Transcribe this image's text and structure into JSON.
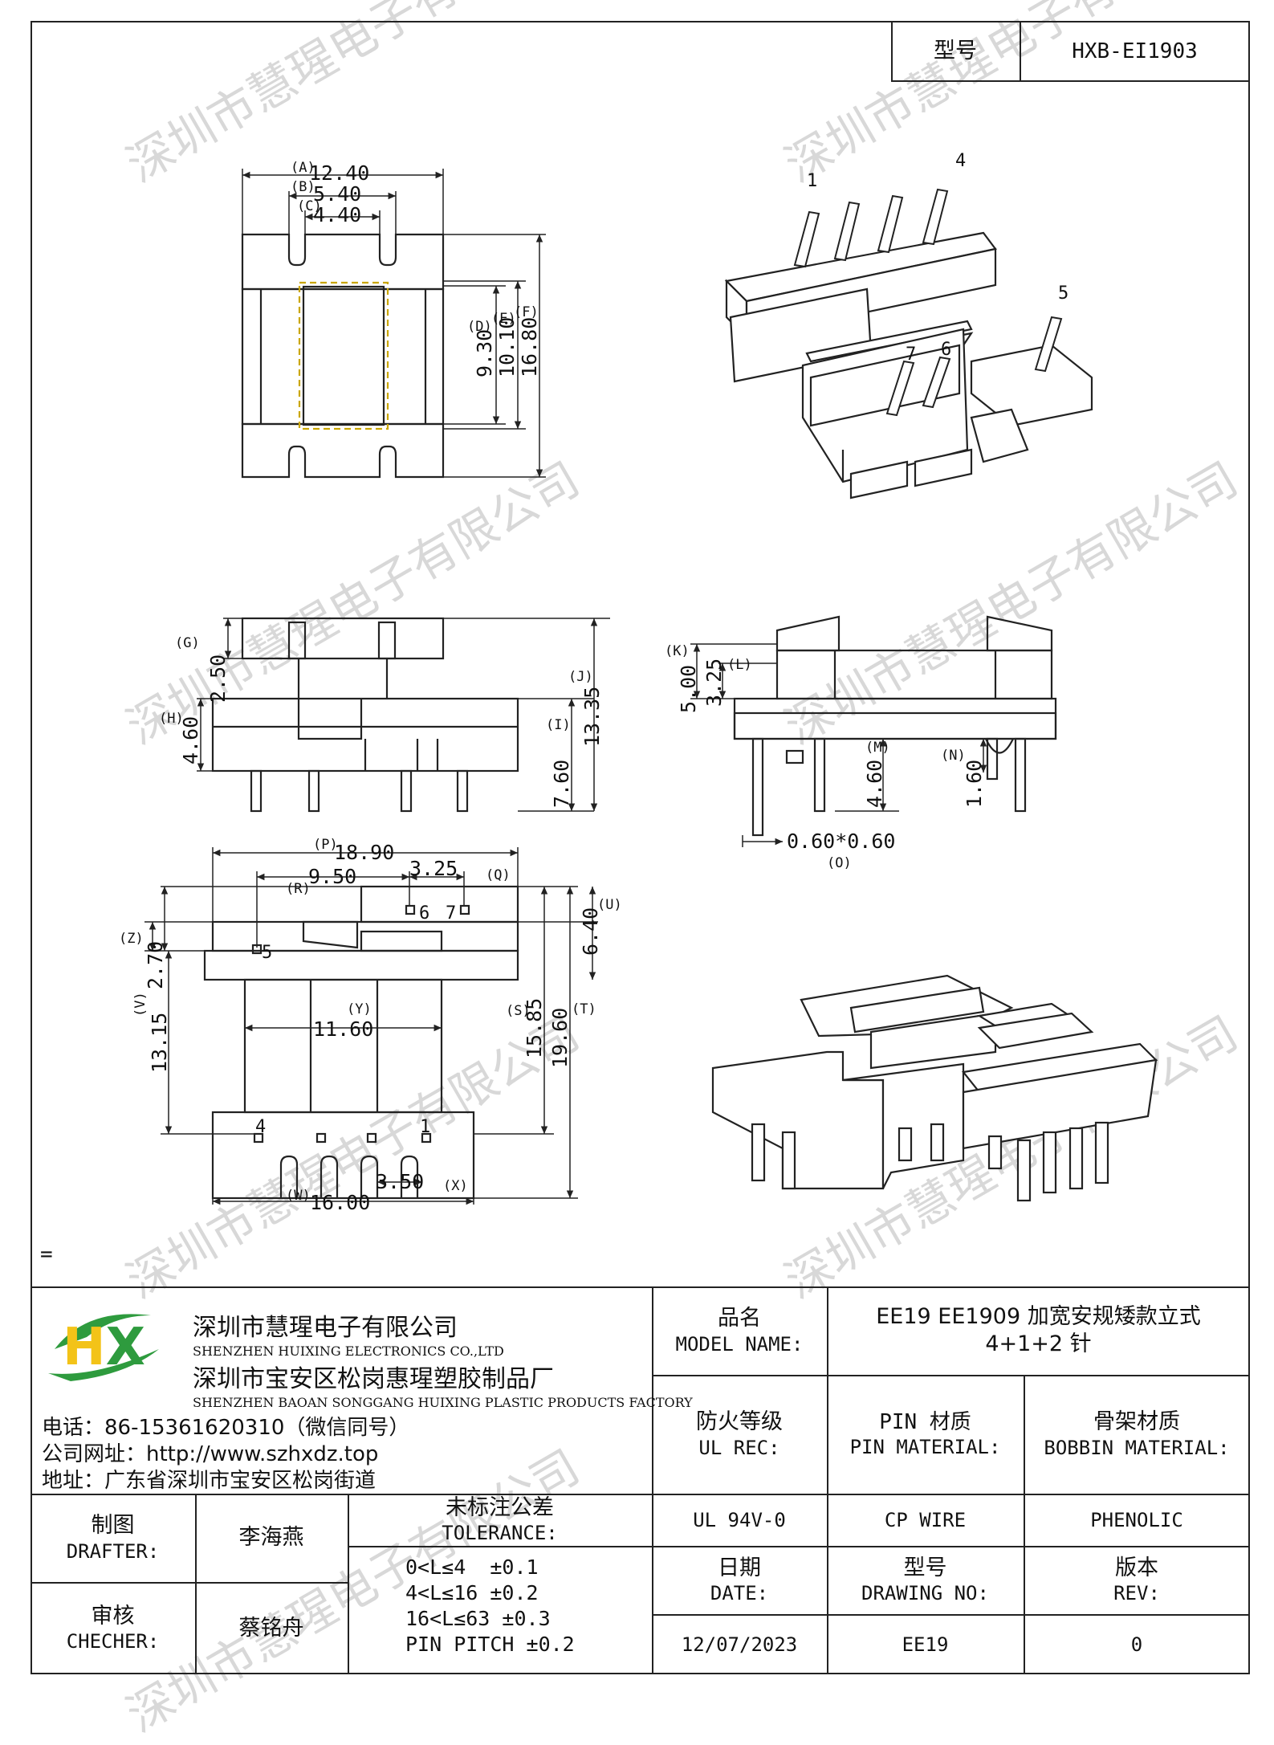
{
  "header": {
    "model_label": "型号",
    "model_value": "HXB-EI1903"
  },
  "watermark": "深圳市慧瑆电子有限公司",
  "page_marker": "=",
  "pin_numbers": {
    "p1": "1",
    "p4": "4",
    "p5": "5",
    "p6": "6",
    "p7": "7"
  },
  "dimensions": {
    "A": "(A)",
    "A_val": "12.40",
    "B": "(B)",
    "B_val": "5.40",
    "C": "(C)",
    "C_val": "4.40",
    "D": "(D)",
    "D_val": "9.30",
    "E": "(E)",
    "E_val": "10.10",
    "F": "(F)",
    "F_val": "16.80",
    "G": "(G)",
    "G_val": "2.50",
    "H": "(H)",
    "H_val": "4.60",
    "I": "(I)",
    "I_val": "7.60",
    "J": "(J)",
    "J_val": "13.35",
    "K": "(K)",
    "K_val": "5.00",
    "L": "(L)",
    "L_val": "3.25",
    "M": "(M)",
    "M_val": "4.60",
    "N": "(N)",
    "N_val": "1.60",
    "O": "(O)",
    "O_val": "0.60*0.60",
    "P": "(P)",
    "P_val": "18.90",
    "Q": "(Q)",
    "Q_val": "3.25",
    "R": "(R)",
    "R_val": "9.50",
    "S": "(S)",
    "S_val": "15.85",
    "T": "(T)",
    "T_val": "19.60",
    "U": "(U)",
    "U_val": "6.40",
    "V": "(V)",
    "V_val": "13.15",
    "W": "(W)",
    "W_val": "16.00",
    "X": "(X)",
    "X_val": "3.50",
    "Y": "(Y)",
    "Y_val": "11.60",
    "Z": "(Z)",
    "Z_val": "2.70"
  },
  "company": {
    "name_cn": "深圳市慧瑆电子有限公司",
    "name_en": "SHENZHEN HUIXING ELECTRONICS CO.,LTD",
    "factory_cn": "深圳市宝安区松岗惠瑆塑胶制品厂",
    "factory_en": "SHENZHEN BAOAN SONGGANG HUIXING PLASTIC PRODUCTS FACTORY",
    "phone": "电话：86-15361620310（微信同号）",
    "website": "公司网址：http://www.szhxdz.top",
    "address": "地址：广东省深圳市宝安区松岗街道",
    "logo_text": "HX",
    "logo_colors": {
      "h": "#f3c318",
      "x": "#2e9b3e"
    }
  },
  "title_block": {
    "product_name_label_cn": "品名",
    "product_name_label_en": "MODEL NAME:",
    "product_name_line1": "EE19 EE1909 加宽安规矮款立式",
    "product_name_line2": "4+1+2 针",
    "fire_label_cn": "防火等级",
    "fire_label_en": "UL REC:",
    "pin_label_cn": "PIN 材质",
    "pin_label_en": "PIN MATERIAL:",
    "bobbin_label_cn": "骨架材质",
    "bobbin_label_en": "BOBBIN MATERIAL:",
    "fire_value": "UL 94V-0",
    "pin_value": "CP WIRE",
    "bobbin_value": "PHENOLIC",
    "drafter_label_cn": "制图",
    "drafter_label_en": "DRAFTER:",
    "drafter_name": "李海燕",
    "checker_label_cn": "审核",
    "checker_label_en": "CHECHER:",
    "checker_name": "蔡铭舟",
    "tolerance_label_cn": "未标注公差",
    "tolerance_label_en": "TOLERANCE:",
    "tolerance_rows": [
      "0<L≤4  ±0.1",
      "4<L≤16 ±0.2",
      "16<L≤63 ±0.3",
      "PIN PITCH ±0.2"
    ],
    "date_label_cn": "日期",
    "date_label_en": "DATE:",
    "drawing_label_cn": "型号",
    "drawing_label_en": "DRAWING NO:",
    "rev_label_cn": "版本",
    "rev_label_en": "REV:",
    "date_value": "12/07/2023",
    "drawing_value": "EE19",
    "rev_value": "0"
  }
}
